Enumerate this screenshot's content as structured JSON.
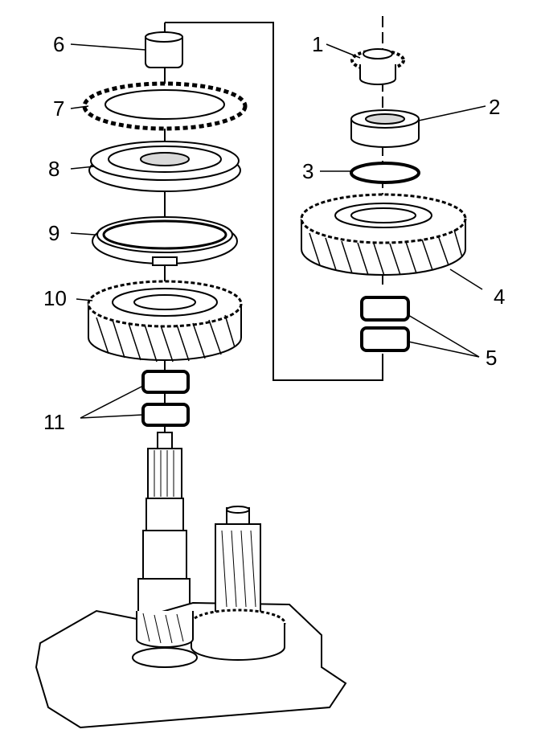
{
  "figure": {
    "callouts": [
      {
        "id": "1",
        "label": "1"
      },
      {
        "id": "2",
        "label": "2"
      },
      {
        "id": "3",
        "label": "3"
      },
      {
        "id": "4",
        "label": "4"
      },
      {
        "id": "5",
        "label": "5"
      },
      {
        "id": "6",
        "label": "6"
      },
      {
        "id": "7",
        "label": "7"
      },
      {
        "id": "8",
        "label": "8"
      },
      {
        "id": "9",
        "label": "9"
      },
      {
        "id": "10",
        "label": "10"
      },
      {
        "id": "11",
        "label": "11"
      }
    ],
    "colors": {
      "ink": "#000000",
      "paper": "#ffffff",
      "shade": "#d9d9d9"
    }
  }
}
